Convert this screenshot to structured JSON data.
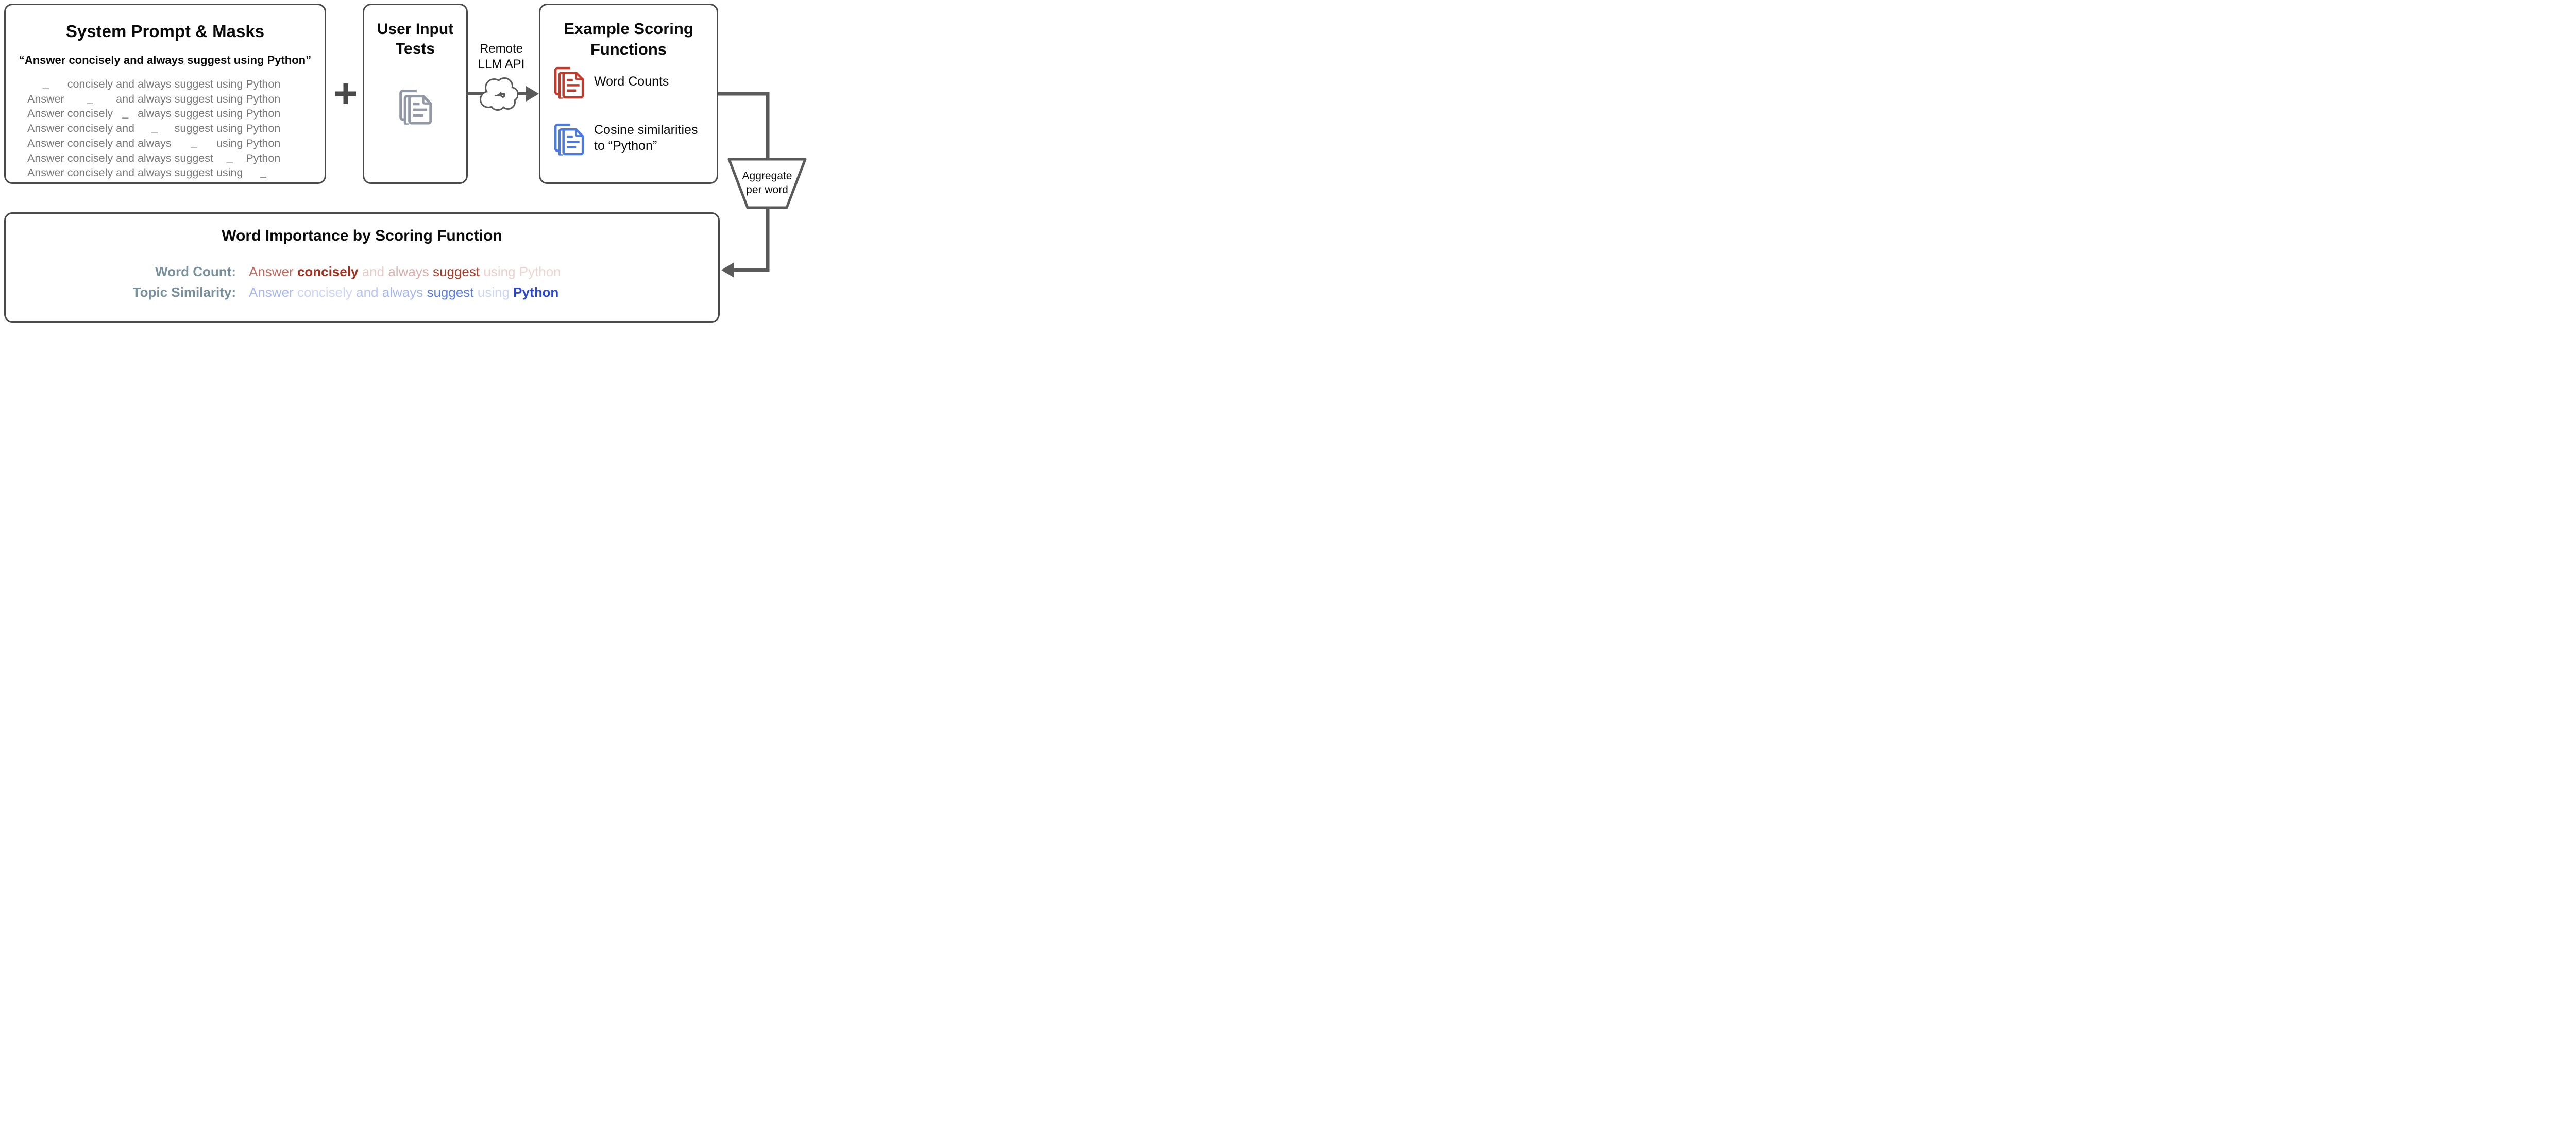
{
  "palette": {
    "border": "#4a4a4a",
    "connector": "#5a5a5a",
    "masked_text": "#787878",
    "mask_char_color": "#1c1c1c",
    "row_label": "#78909c",
    "doc_gray": "#9299a5",
    "doc_red": "#c0392b",
    "doc_blue": "#4b79dd"
  },
  "left_box": {
    "title": "System Prompt & Masks",
    "quote": "“Answer concisely and always suggest using Python”",
    "words": [
      "Answer",
      "concisely",
      "and",
      "always",
      "suggest",
      "using",
      "Python"
    ],
    "mask_char": "_"
  },
  "plus_sign": "+",
  "middle_box": {
    "title_line1": "User Input",
    "title_line2": "Tests",
    "icon": "documents-icon",
    "icon_color": "#9299a5"
  },
  "api_label": {
    "line1": "Remote",
    "line2": "LLM API",
    "icon": "cloud-icon"
  },
  "right_box": {
    "title_line1": "Example Scoring",
    "title_line2": "Functions",
    "items": [
      {
        "icon": "documents-icon",
        "color": "#c0392b",
        "label_line1": "Word Counts",
        "label_line2": ""
      },
      {
        "icon": "documents-icon",
        "color": "#4b79dd",
        "label_line1": "Cosine similarities",
        "label_line2": "to “Python”"
      }
    ]
  },
  "funnel": {
    "line1": "Aggregate",
    "line2": "per word"
  },
  "bottom_box": {
    "title": "Word Importance by Scoring Function",
    "rows": [
      {
        "label": "Word Count:",
        "words": [
          {
            "text": "Answer",
            "color": "#c0695f",
            "bold": false
          },
          {
            "text": "concisely",
            "color": "#a42f1d",
            "bold": true
          },
          {
            "text": "and",
            "color": "#e7cbc7",
            "bold": false
          },
          {
            "text": "always",
            "color": "#dcaeaa",
            "bold": false
          },
          {
            "text": "suggest",
            "color": "#aa3b27",
            "bold": false
          },
          {
            "text": "using",
            "color": "#e9cfcb",
            "bold": false
          },
          {
            "text": "Python",
            "color": "#ecd6d2",
            "bold": false
          }
        ]
      },
      {
        "label": "Topic Similarity:",
        "words": [
          {
            "text": "Answer",
            "color": "#a9baee",
            "bold": false
          },
          {
            "text": "concisely",
            "color": "#cdd6f7",
            "bold": false
          },
          {
            "text": "and",
            "color": "#b7c3f1",
            "bold": false
          },
          {
            "text": "always",
            "color": "#a5b7ee",
            "bold": false
          },
          {
            "text": "suggest",
            "color": "#5c7de2",
            "bold": false
          },
          {
            "text": "using",
            "color": "#cdd6f7",
            "bold": false
          },
          {
            "text": "Python",
            "color": "#2a46d4",
            "bold": true
          }
        ]
      }
    ]
  }
}
